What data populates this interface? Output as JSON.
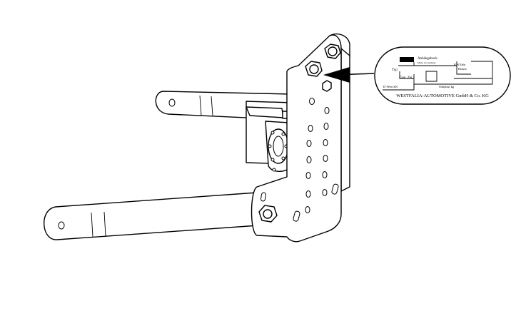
{
  "plate": {
    "brand": "Anhängebock",
    "brand_sub": "Made in Germany",
    "type_label": "Typ",
    "approval_label": "Gen. Zei.",
    "class_label": "KW/Jahr\nKlasse",
    "d_value_label": "D-Wert kN",
    "support_load_label": "Stützlast kg",
    "manufacturer": "WESTFALIA-AUTOMOTIVE GmbH & Co. KG"
  },
  "colors": {
    "line": "#000000",
    "background": "#ffffff"
  }
}
